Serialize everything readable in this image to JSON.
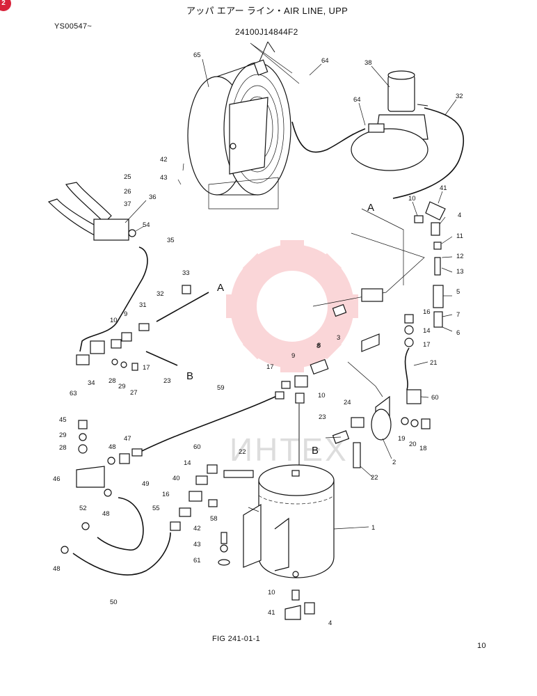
{
  "header": {
    "title": "アッパ エアー ライン・AIR LINE, UPP",
    "serial": "YS00547~",
    "part_number": "24100J14844F2"
  },
  "badge": "2",
  "watermark": "ИНТЕХ",
  "footer": {
    "figure": "FIG 241-01-1",
    "page": "10"
  },
  "connector_marks": [
    "A",
    "A",
    "B",
    "B"
  ],
  "callouts": [
    "65",
    "64",
    "38",
    "64",
    "32",
    "42",
    "43",
    "25",
    "26",
    "37",
    "36",
    "54",
    "35",
    "41",
    "10",
    "4",
    "11",
    "12",
    "13",
    "33",
    "32",
    "31",
    "5",
    "16",
    "7",
    "6",
    "14",
    "17",
    "10",
    "9",
    "8",
    "3",
    "21",
    "34",
    "28",
    "29",
    "27",
    "17",
    "23",
    "63",
    "59",
    "9",
    "8",
    "17",
    "10",
    "60",
    "24",
    "23",
    "19",
    "20",
    "18",
    "2",
    "45",
    "29",
    "28",
    "48",
    "47",
    "60",
    "22",
    "14",
    "22",
    "46",
    "49",
    "40",
    "16",
    "52",
    "48",
    "55",
    "58",
    "1",
    "42",
    "43",
    "61",
    "48",
    "50",
    "10",
    "41",
    "4"
  ]
}
